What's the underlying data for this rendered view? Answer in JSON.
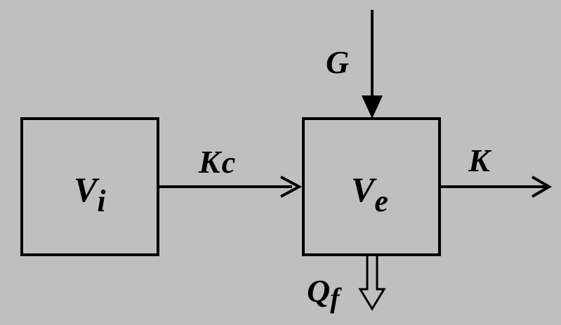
{
  "diagram": {
    "nodes": [
      {
        "id": "vi",
        "base": "V",
        "sub": "i"
      },
      {
        "id": "ve",
        "base": "V",
        "sub": "e"
      }
    ],
    "edges": [
      {
        "from": "vi",
        "to": "ve",
        "base": "K",
        "sub": "c"
      },
      {
        "from": "external",
        "to": "ve",
        "base": "G",
        "sub": ""
      },
      {
        "from": "ve",
        "to": "external",
        "base": "K",
        "sub": ""
      },
      {
        "from": "ve",
        "to": "external",
        "base": "Q",
        "sub": "f"
      }
    ]
  },
  "colors": {
    "background": "#bfbfbf",
    "ink": "#000000"
  }
}
